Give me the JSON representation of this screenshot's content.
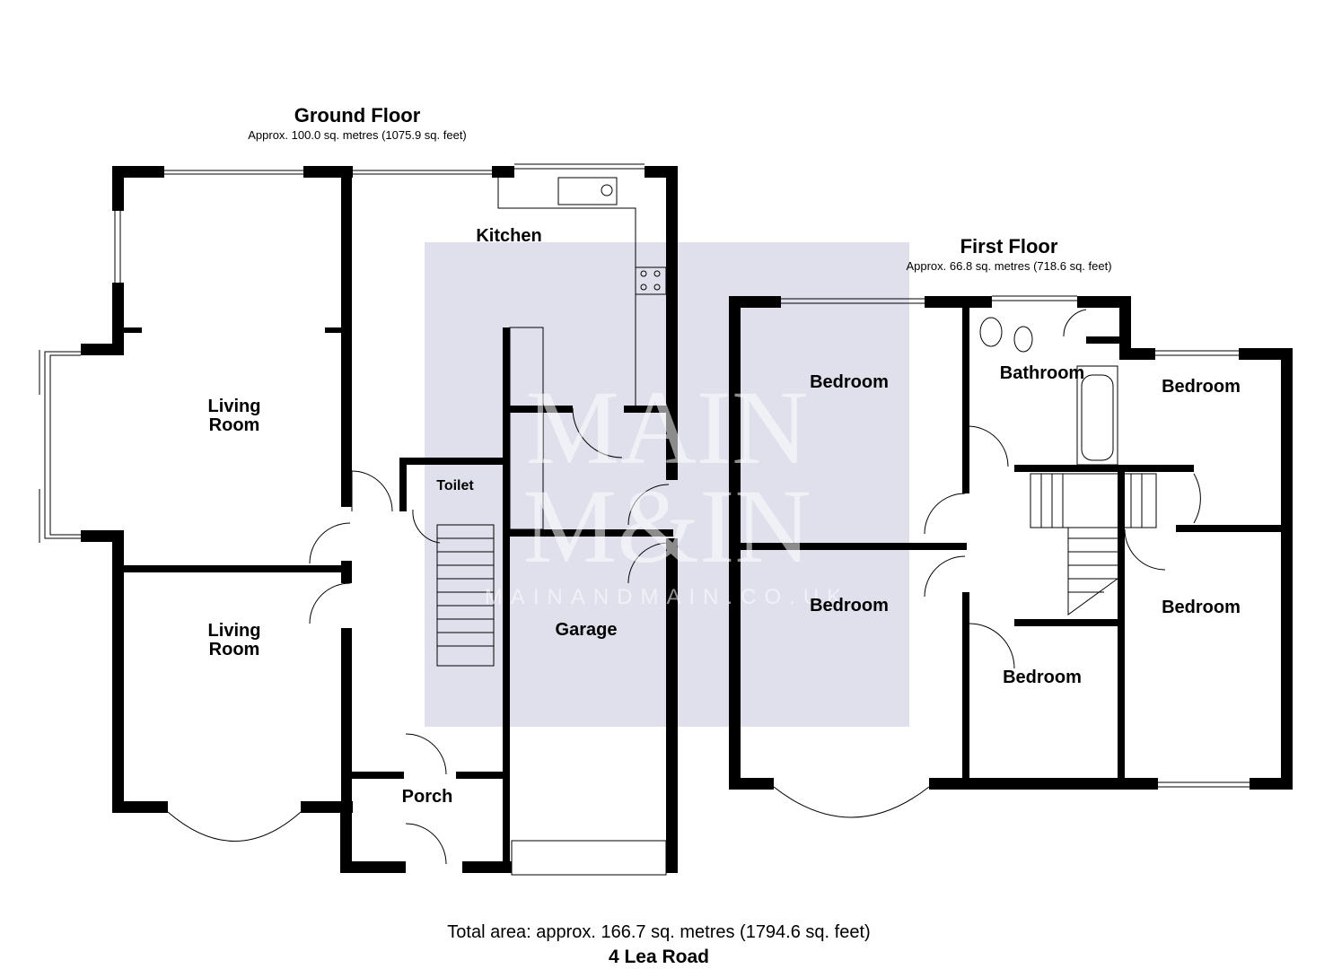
{
  "ground_floor": {
    "title": "Ground Floor",
    "area": "Approx. 100.0 sq. metres (1075.9 sq. feet)",
    "rooms": {
      "kitchen": "Kitchen",
      "living_room_1": "Living\nRoom",
      "living_room_2": "Living\nRoom",
      "toilet": "Toilet",
      "garage": "Garage",
      "porch": "Porch"
    }
  },
  "first_floor": {
    "title": "First Floor",
    "area": "Approx. 66.8 sq. metres (718.6 sq. feet)",
    "rooms": {
      "bedroom_1": "Bedroom",
      "bathroom": "Bathroom",
      "bedroom_2": "Bedroom",
      "bedroom_3": "Bedroom",
      "bedroom_4": "Bedroom",
      "bedroom_5": "Bedroom"
    }
  },
  "watermark": {
    "line1": "MAIN",
    "line2": "M&IN",
    "url": "MAINANDMAIN.CO.UK"
  },
  "footer": {
    "total_area": "Total area: approx. 166.7 sq. metres (1794.6 sq. feet)",
    "address": "4 Lea Road"
  },
  "colors": {
    "wall": "#000000",
    "watermark_panel": "#dfe0ec"
  }
}
